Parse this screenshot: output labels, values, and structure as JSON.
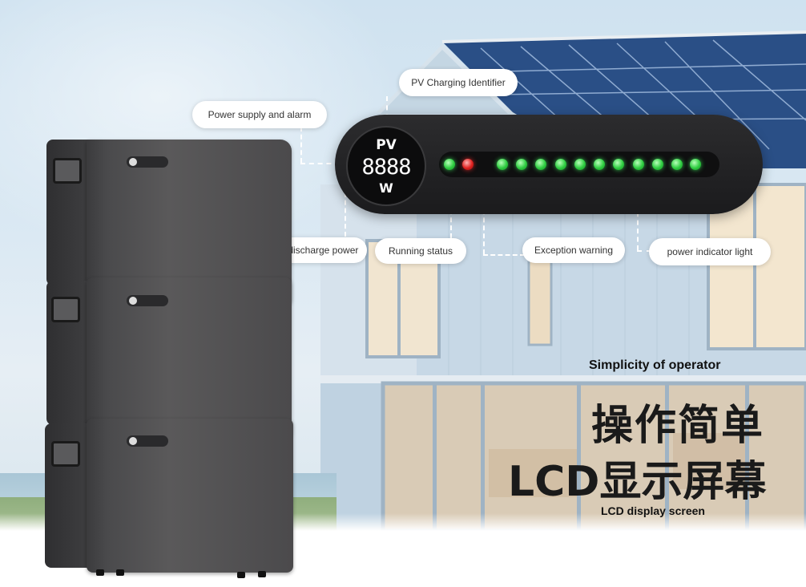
{
  "labels": {
    "pv_charging": "PV Charging Identifier",
    "power_supply": "Power supply and alarm",
    "charge_discharge": "Charge/discharge power",
    "running_status": "Running status",
    "exception_warning": "Exception warning",
    "power_indicator": "power indicator light"
  },
  "lcd": {
    "pv": "PV",
    "digits": "8888",
    "unit": "W",
    "led_count": 13,
    "red_led_index": 1
  },
  "headline": {
    "sub_en": "Simplicity of operator",
    "cn_line1": "操作简单",
    "cn_line2": "LCD显示屏幕",
    "sub_en2": "LCD display screen"
  },
  "colors": {
    "led_green": "#2ecc40",
    "led_red": "#e0211f",
    "battery": "#4a4a4c"
  }
}
